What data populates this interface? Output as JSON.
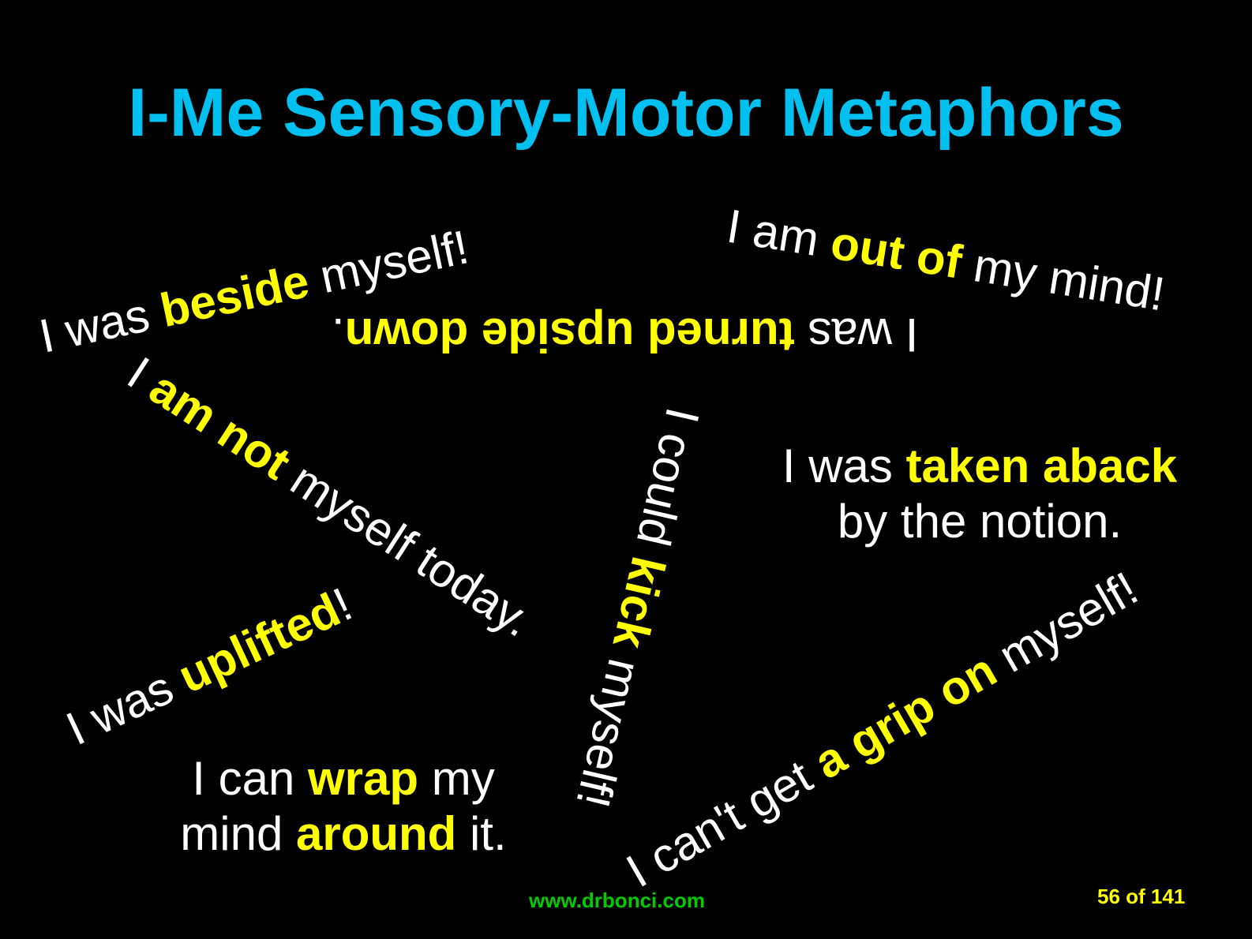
{
  "title": "I-Me Sensory-Motor Metaphors",
  "colors": {
    "background": "#000000",
    "title": "#00c0ef",
    "text": "#ffffff",
    "highlight": "#ffff00",
    "url": "#00cc00",
    "page": "#ffff00"
  },
  "phrases": {
    "beside": {
      "pre": "I was ",
      "hl": "beside",
      "post": " myself!"
    },
    "out_of": {
      "pre": "I am ",
      "hl": "out of",
      "post": " my mind!"
    },
    "upside": {
      "pre": "I was ",
      "hl": "turned upside down",
      "post": "."
    },
    "not_myself": {
      "pre": "I ",
      "hl": "am not",
      "post": " myself today."
    },
    "kick": {
      "pre": "I could ",
      "hl": "kick",
      "post": " myself!"
    },
    "aback": {
      "line1_pre": "I was ",
      "line1_hl": "taken aback",
      "line2": "by the notion."
    },
    "uplifted": {
      "pre": "I was ",
      "hl": "uplifted",
      "post": "!"
    },
    "wrap": {
      "l1_pre": "I can ",
      "l1_hl": "wrap",
      "l1_post": " my",
      "l2_pre": "mind ",
      "l2_hl": "around",
      "l2_post": " it."
    },
    "grip": {
      "pre": "I can't get ",
      "hl": "a grip on",
      "post": " myself!"
    }
  },
  "footer": {
    "url": "www.drbonci.com",
    "page": "56 of 141"
  }
}
